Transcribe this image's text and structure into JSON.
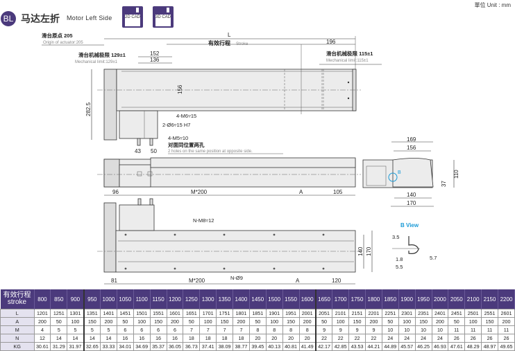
{
  "header": {
    "badge": "BL",
    "title_cn": "马达左折",
    "title_en": "Motor Left Side",
    "cad_2d": "2D CAD",
    "cad_3d": "3D CAD",
    "unit": "單位 Unit : mm"
  },
  "drawing": {
    "origin_cn": "滑台原点 205",
    "origin_en": "Origin of actuator:205",
    "L": "L",
    "stroke_cn": "有效行程",
    "stroke_en": "Stroke",
    "d196": "196",
    "mech_left_cn": "滑台机械极限 129±1",
    "mech_left_en": "Mechanical limit:129±1",
    "mech_right_cn": "滑台机械极限 115±1",
    "mech_right_en": "Mechanical limit:115±1",
    "d152": "152",
    "d136": "136",
    "d156": "156",
    "d282": "282.5",
    "m6": "4-M6▿15",
    "phi6": "2-Ø6▿15 H7",
    "m5": "4-M5▿10",
    "opp_cn": "对面同位置两孔",
    "opp_en": "2 holes on the same position at opposite side.",
    "d43": "43",
    "d50": "50",
    "end_169": "169",
    "end_156": "156",
    "end_110": "110",
    "end_37": "37",
    "end_140": "140",
    "end_170": "170",
    "end_B": "B",
    "bview": "B View",
    "b35": "3.5",
    "b18": "1.8",
    "b55": "5.5",
    "b57": "5.7",
    "d96": "96",
    "m200_top": "M*200",
    "A_top": "A",
    "d105": "105",
    "m8": "N-M8▿12",
    "phi9": "N-Ø9",
    "d81": "81",
    "m200_bot": "M*200",
    "A_bot": "A",
    "d120": "120",
    "bot_140": "140",
    "bot_170": "170"
  },
  "colors": {
    "accent": "#4b3a7c",
    "highlight": "#1a9ad6"
  },
  "table": {
    "header_cn": "有效行程",
    "header_en": "stroke",
    "strokes": [
      "800",
      "850",
      "900",
      "950",
      "1000",
      "1050",
      "1100",
      "1150",
      "1200",
      "1250",
      "1300",
      "1350",
      "1400",
      "1450",
      "1500",
      "1550",
      "1600",
      "1650",
      "1700",
      "1750",
      "1800",
      "1850",
      "1900",
      "1950",
      "2000",
      "2050",
      "2100",
      "2150",
      "2200"
    ],
    "rows": [
      {
        "label": "L",
        "values": [
          "1201",
          "1251",
          "1301",
          "1351",
          "1401",
          "1451",
          "1501",
          "1551",
          "1601",
          "1651",
          "1701",
          "1751",
          "1801",
          "1851",
          "1901",
          "1951",
          "2001",
          "2051",
          "2101",
          "2151",
          "2201",
          "2251",
          "2301",
          "2351",
          "2401",
          "2451",
          "2501",
          "2551",
          "2601"
        ]
      },
      {
        "label": "A",
        "values": [
          "200",
          "50",
          "100",
          "150",
          "200",
          "50",
          "100",
          "150",
          "200",
          "50",
          "100",
          "150",
          "200",
          "50",
          "100",
          "150",
          "200",
          "50",
          "100",
          "150",
          "200",
          "50",
          "100",
          "150",
          "200",
          "50",
          "100",
          "150",
          "200"
        ]
      },
      {
        "label": "M",
        "values": [
          "4",
          "5",
          "5",
          "5",
          "5",
          "6",
          "6",
          "6",
          "6",
          "7",
          "7",
          "7",
          "7",
          "8",
          "8",
          "8",
          "8",
          "9",
          "9",
          "9",
          "9",
          "10",
          "10",
          "10",
          "10",
          "11",
          "11",
          "11",
          "11"
        ]
      },
      {
        "label": "N",
        "values": [
          "12",
          "14",
          "14",
          "14",
          "14",
          "16",
          "16",
          "16",
          "16",
          "18",
          "18",
          "18",
          "18",
          "20",
          "20",
          "20",
          "20",
          "22",
          "22",
          "22",
          "22",
          "24",
          "24",
          "24",
          "24",
          "26",
          "26",
          "26",
          "26"
        ]
      },
      {
        "label": "KG",
        "values": [
          "30.61",
          "31.29",
          "31.97",
          "32.65",
          "33.33",
          "34.01",
          "34.69",
          "35.37",
          "36.05",
          "36.73",
          "37.41",
          "38.09",
          "38.77",
          "39.45",
          "40.13",
          "40.81",
          "41.49",
          "42.17",
          "42.85",
          "43.53",
          "44.21",
          "44.89",
          "45.57",
          "46.25",
          "46.93",
          "47.61",
          "48.29",
          "48.97",
          "49.65"
        ]
      }
    ]
  }
}
